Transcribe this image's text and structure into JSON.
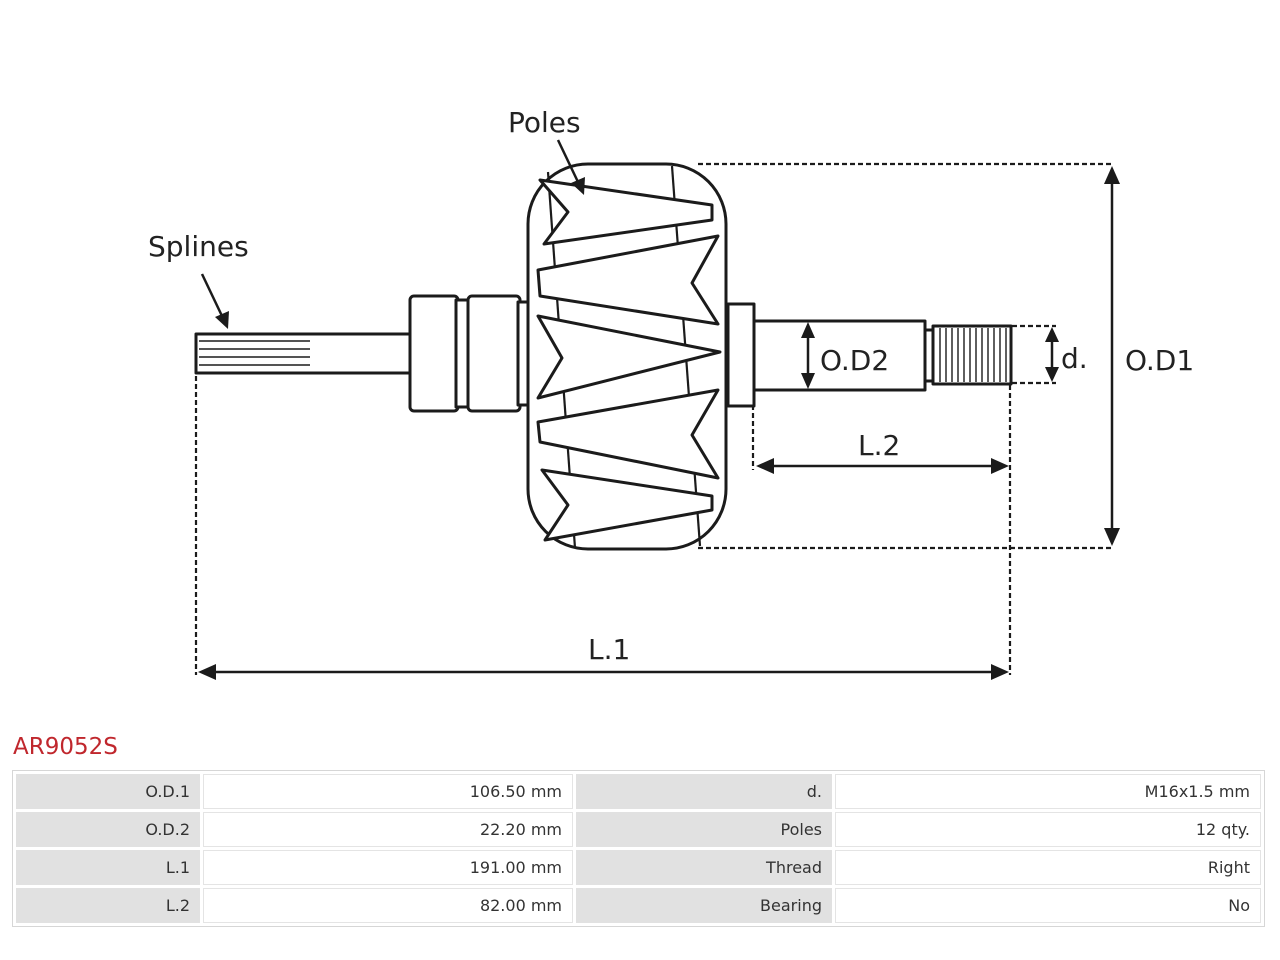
{
  "diagram": {
    "labels": {
      "poles": "Poles",
      "splines": "Splines",
      "od2": "O.D2",
      "od1": "O.D1",
      "d": "d.",
      "l2": "L.2",
      "l1": "L.1"
    }
  },
  "part_code": "AR9052S",
  "specs": [
    {
      "label": "O.D.1",
      "value": "106.50 mm",
      "label2": "d.",
      "value2": "M16x1.5 mm"
    },
    {
      "label": "O.D.2",
      "value": "22.20 mm",
      "label2": "Poles",
      "value2": "12 qty."
    },
    {
      "label": "L.1",
      "value": "191.00 mm",
      "label2": "Thread",
      "value2": "Right"
    },
    {
      "label": "L.2",
      "value": "82.00 mm",
      "label2": "Bearing",
      "value2": "No"
    }
  ],
  "colors": {
    "accent": "#c0272d",
    "label_bg": "#e1e1e1",
    "line": "#1b1b1b"
  }
}
